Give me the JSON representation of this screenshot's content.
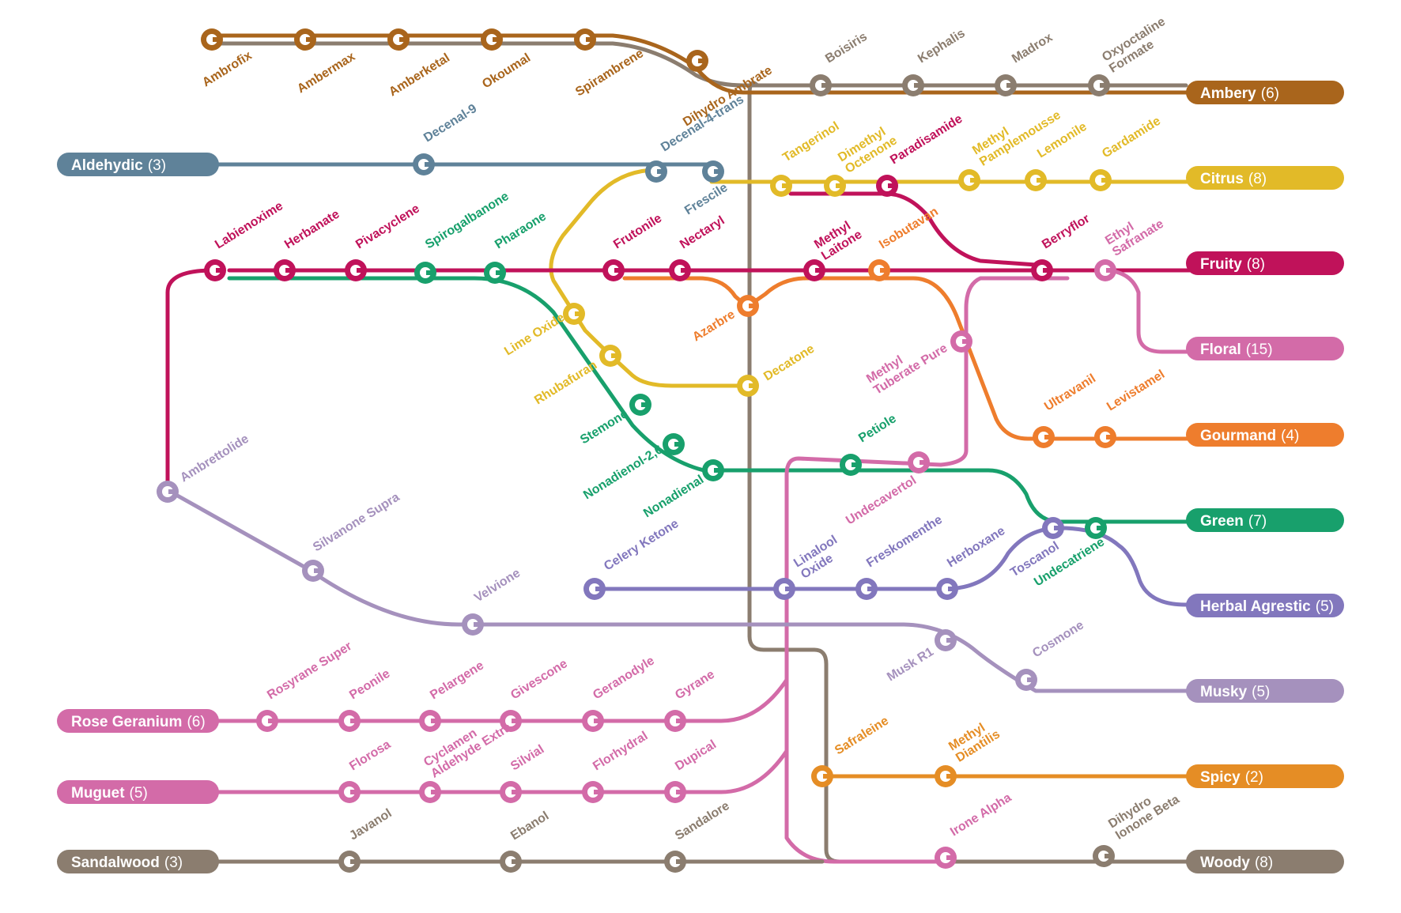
{
  "colors": {
    "ambery": "#a9651c",
    "aldehydic": "#5f8299",
    "citrus": "#e2ba28",
    "fruity": "#c0125a",
    "floral": "#d36ba8",
    "gourmand": "#ee7d2d",
    "green": "#18a06c",
    "herbal": "#8277bd",
    "musky": "#a591bd",
    "rose": "#d36ba8",
    "muguet": "#d36ba8",
    "spicy": "#e58d25",
    "sandalwood": "#8b7d6f",
    "woody": "#8b7d6f"
  },
  "terminals": [
    {
      "id": "ambery",
      "name": "Ambery",
      "count": "(6)"
    },
    {
      "id": "aldehydic",
      "name": "Aldehydic",
      "count": "(3)"
    },
    {
      "id": "citrus",
      "name": "Citrus",
      "count": "(8)"
    },
    {
      "id": "fruity",
      "name": "Fruity",
      "count": "(8)"
    },
    {
      "id": "floral",
      "name": "Floral",
      "count": "(15)"
    },
    {
      "id": "gourmand",
      "name": "Gourmand",
      "count": "(4)"
    },
    {
      "id": "green",
      "name": "Green",
      "count": "(7)"
    },
    {
      "id": "herbal",
      "name": "Herbal Agrestic",
      "count": "(5)"
    },
    {
      "id": "musky",
      "name": "Musky",
      "count": "(5)"
    },
    {
      "id": "rose",
      "name": "Rose Geranium",
      "count": "(6)"
    },
    {
      "id": "muguet",
      "name": "Muguet",
      "count": "(5)"
    },
    {
      "id": "spicy",
      "name": "Spicy",
      "count": "(2)"
    },
    {
      "id": "sandalwood",
      "name": "Sandalwood",
      "count": "(3)"
    },
    {
      "id": "woody",
      "name": "Woody",
      "count": "(8)"
    }
  ],
  "stations": [
    {
      "id": "ambrofix",
      "lines": [
        "Ambrofix"
      ],
      "family": "ambery"
    },
    {
      "id": "ambermax",
      "lines": [
        "Ambermax"
      ],
      "family": "ambery"
    },
    {
      "id": "amberketal",
      "lines": [
        "Amberketal"
      ],
      "family": "ambery"
    },
    {
      "id": "okoumal",
      "lines": [
        "Okoumal"
      ],
      "family": "ambery"
    },
    {
      "id": "spirambrene",
      "lines": [
        "Spirambrene"
      ],
      "family": "ambery"
    },
    {
      "id": "dihydro-ambrate",
      "lines": [
        "Dihydro Ambrate"
      ],
      "family": "ambery"
    },
    {
      "id": "boisiris",
      "lines": [
        "Boisiris"
      ],
      "family": "woody"
    },
    {
      "id": "kephalis",
      "lines": [
        "Kephalis"
      ],
      "family": "woody"
    },
    {
      "id": "madrox",
      "lines": [
        "Madrox"
      ],
      "family": "woody"
    },
    {
      "id": "oxyoctaline",
      "lines": [
        "Oxyoctaline",
        "Formate"
      ],
      "family": "woody"
    },
    {
      "id": "decenal-9",
      "lines": [
        "Decenal-9"
      ],
      "family": "aldehydic"
    },
    {
      "id": "decenal-4-trans",
      "lines": [
        "Decenal-4-trans"
      ],
      "family": "aldehydic"
    },
    {
      "id": "frescile",
      "lines": [
        "Frescile"
      ],
      "family": "aldehydic"
    },
    {
      "id": "tangerinol",
      "lines": [
        "Tangerinol"
      ],
      "family": "citrus"
    },
    {
      "id": "dimethyl-octenone",
      "lines": [
        "Dimethyl",
        "Octenone"
      ],
      "family": "citrus"
    },
    {
      "id": "paradisamide",
      "lines": [
        "Paradisamide"
      ],
      "family": "fruity"
    },
    {
      "id": "methyl-pamplemousse",
      "lines": [
        "Methyl",
        "Pamplemousse"
      ],
      "family": "citrus"
    },
    {
      "id": "lemonile",
      "lines": [
        "Lemonile"
      ],
      "family": "citrus"
    },
    {
      "id": "gardamide",
      "lines": [
        "Gardamide"
      ],
      "family": "citrus"
    },
    {
      "id": "labienoxime",
      "lines": [
        "Labienoxime"
      ],
      "family": "fruity"
    },
    {
      "id": "herbanate",
      "lines": [
        "Herbanate"
      ],
      "family": "fruity"
    },
    {
      "id": "pivacyclene",
      "lines": [
        "Pivacyclene"
      ],
      "family": "fruity"
    },
    {
      "id": "spirogalbanone",
      "lines": [
        "Spirogalbanone"
      ],
      "family": "green"
    },
    {
      "id": "pharaone",
      "lines": [
        "Pharaone"
      ],
      "family": "green"
    },
    {
      "id": "frutonile",
      "lines": [
        "Frutonile"
      ],
      "family": "fruity"
    },
    {
      "id": "nectaryl",
      "lines": [
        "Nectaryl"
      ],
      "family": "fruity"
    },
    {
      "id": "methyl-laitone",
      "lines": [
        "Methyl",
        "Laitone"
      ],
      "family": "fruity"
    },
    {
      "id": "isobutavan",
      "lines": [
        "Isobutavan"
      ],
      "family": "gourmand"
    },
    {
      "id": "berryflor",
      "lines": [
        "Berryflor"
      ],
      "family": "fruity"
    },
    {
      "id": "ethyl-safranate",
      "lines": [
        "Ethyl",
        "Safranate"
      ],
      "family": "floral"
    },
    {
      "id": "lime-oxide",
      "lines": [
        "Lime Oxide"
      ],
      "family": "citrus"
    },
    {
      "id": "azarbre",
      "lines": [
        "Azarbre"
      ],
      "family": "gourmand"
    },
    {
      "id": "rhubafuran",
      "lines": [
        "Rhubafuran"
      ],
      "family": "citrus"
    },
    {
      "id": "decatone",
      "lines": [
        "Decatone"
      ],
      "family": "citrus"
    },
    {
      "id": "methyl-tuberate",
      "lines": [
        "Methyl",
        "Tuberate Pure"
      ],
      "family": "floral"
    },
    {
      "id": "ultravanil",
      "lines": [
        "Ultravanil"
      ],
      "family": "gourmand"
    },
    {
      "id": "levistamel",
      "lines": [
        "Levistamel"
      ],
      "family": "gourmand"
    },
    {
      "id": "stemone",
      "lines": [
        "Stemone"
      ],
      "family": "green"
    },
    {
      "id": "nonadienol",
      "lines": [
        "Nonadienol-2,6"
      ],
      "family": "green"
    },
    {
      "id": "nonadienal",
      "lines": [
        "Nonadienal"
      ],
      "family": "green"
    },
    {
      "id": "petiole",
      "lines": [
        "Petiole"
      ],
      "family": "green"
    },
    {
      "id": "undecavertol",
      "lines": [
        "Undecavertol"
      ],
      "family": "floral"
    },
    {
      "id": "ambrettolide",
      "lines": [
        "Ambrettolide"
      ],
      "family": "musky"
    },
    {
      "id": "silvanone-supra",
      "lines": [
        "Silvanone Supra"
      ],
      "family": "musky"
    },
    {
      "id": "velvione",
      "lines": [
        "Velvione"
      ],
      "family": "musky"
    },
    {
      "id": "celery-ketone",
      "lines": [
        "Celery Ketone"
      ],
      "family": "herbal"
    },
    {
      "id": "linalool-oxide",
      "lines": [
        "Linalool",
        "Oxide"
      ],
      "family": "herbal"
    },
    {
      "id": "freskomenthe",
      "lines": [
        "Freskomenthe"
      ],
      "family": "herbal"
    },
    {
      "id": "herboxane",
      "lines": [
        "Herboxane"
      ],
      "family": "herbal"
    },
    {
      "id": "toscanol",
      "lines": [
        "Toscanol"
      ],
      "family": "herbal"
    },
    {
      "id": "undecatriene",
      "lines": [
        "Undecatriene"
      ],
      "family": "green"
    },
    {
      "id": "musk-r1",
      "lines": [
        "Musk R1"
      ],
      "family": "musky"
    },
    {
      "id": "cosmone",
      "lines": [
        "Cosmone"
      ],
      "family": "musky"
    },
    {
      "id": "rosyrane-super",
      "lines": [
        "Rosyrane Super"
      ],
      "family": "rose"
    },
    {
      "id": "peonile",
      "lines": [
        "Peonile"
      ],
      "family": "rose"
    },
    {
      "id": "pelargene",
      "lines": [
        "Pelargene"
      ],
      "family": "rose"
    },
    {
      "id": "givescone",
      "lines": [
        "Givescone"
      ],
      "family": "rose"
    },
    {
      "id": "geranodyle",
      "lines": [
        "Geranodyle"
      ],
      "family": "rose"
    },
    {
      "id": "gyrane",
      "lines": [
        "Gyrane"
      ],
      "family": "rose"
    },
    {
      "id": "florosa",
      "lines": [
        "Florosa"
      ],
      "family": "muguet"
    },
    {
      "id": "cyclamen-aldehyde",
      "lines": [
        "Cyclamen",
        "Aldehyde Extra"
      ],
      "family": "muguet"
    },
    {
      "id": "silvial",
      "lines": [
        "Silvial"
      ],
      "family": "muguet"
    },
    {
      "id": "florhydral",
      "lines": [
        "Florhydral"
      ],
      "family": "muguet"
    },
    {
      "id": "dupical",
      "lines": [
        "Dupical"
      ],
      "family": "muguet"
    },
    {
      "id": "safraleine",
      "lines": [
        "Safraleine"
      ],
      "family": "spicy"
    },
    {
      "id": "methyl-diantilis",
      "lines": [
        "Methyl",
        "Diantilis"
      ],
      "family": "spicy"
    },
    {
      "id": "irone-alpha",
      "lines": [
        "Irone Alpha"
      ],
      "family": "floral"
    },
    {
      "id": "dihydro-ionone",
      "lines": [
        "Dihydro",
        "Ionone Beta"
      ],
      "family": "woody"
    },
    {
      "id": "javanol",
      "lines": [
        "Javanol"
      ],
      "family": "sandalwood"
    },
    {
      "id": "ebanol",
      "lines": [
        "Ebanol"
      ],
      "family": "sandalwood"
    },
    {
      "id": "sandalore",
      "lines": [
        "Sandalore"
      ],
      "family": "sandalwood"
    }
  ]
}
